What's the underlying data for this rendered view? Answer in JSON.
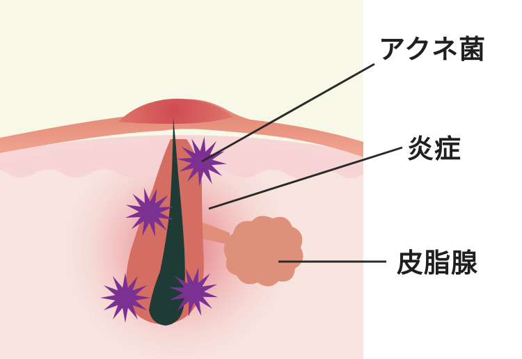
{
  "labels": {
    "acne_bacteria": "アクネ菌",
    "inflammation": "炎症",
    "sebaceous_gland": "皮脂腺"
  },
  "colors": {
    "background_top": "#f8f8e8",
    "skin_tissue": "#f8e5e0",
    "dermis_band": "#f5cfd2",
    "epidermis": "#dc7766",
    "follicle": "#d46e62",
    "sebaceous_gland": "#dd907a",
    "hair": "#1f3b36",
    "bacteria": "#7a3192",
    "leader_line": "#2a2a2a"
  }
}
